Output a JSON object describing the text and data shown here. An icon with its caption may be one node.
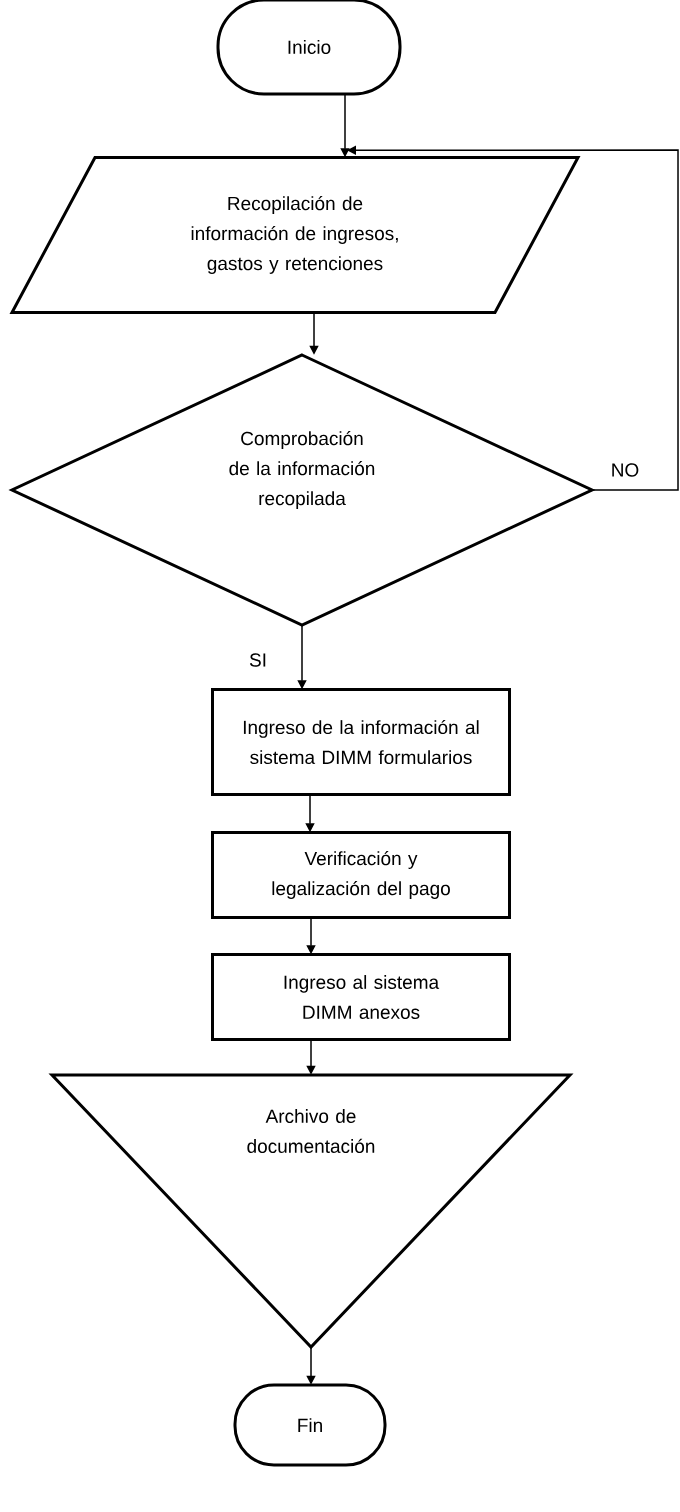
{
  "diagram": {
    "nodes": [
      {
        "text": [
          "Inicio"
        ]
      },
      {
        "text": [
          "Recopilación de información de ingresos, gastos y retenciones"
        ]
      },
      {
        "text": [
          "Comprobación de la información recopilada"
        ]
      },
      {
        "text": [
          "Ingreso de la información al sistema DIMM formularios"
        ]
      },
      {
        "text": [
          "Verificación y legalización del pago"
        ]
      },
      {
        "text": [
          "Ingreso al sistema DIMM anexos"
        ]
      },
      {
        "text": [
          "Archivo de documentación"
        ]
      },
      {
        "text": [
          "Fin"
        ]
      }
    ],
    "edges": [
      {
        "from": 0,
        "to": 1,
        "arrow": "to"
      },
      {
        "from": 1,
        "to": 2,
        "arrow": "to"
      },
      {
        "from": 2,
        "to": 1,
        "arrow": "to",
        "label": "NO"
      },
      {
        "from": 2,
        "to": 3,
        "arrow": "to",
        "label": "SI"
      },
      {
        "from": 3,
        "to": 4,
        "arrow": "to"
      },
      {
        "from": 4,
        "to": 5,
        "arrow": "to"
      },
      {
        "from": 5,
        "to": 6,
        "arrow": "to"
      },
      {
        "from": 6,
        "to": 7,
        "arrow": "to"
      }
    ]
  }
}
